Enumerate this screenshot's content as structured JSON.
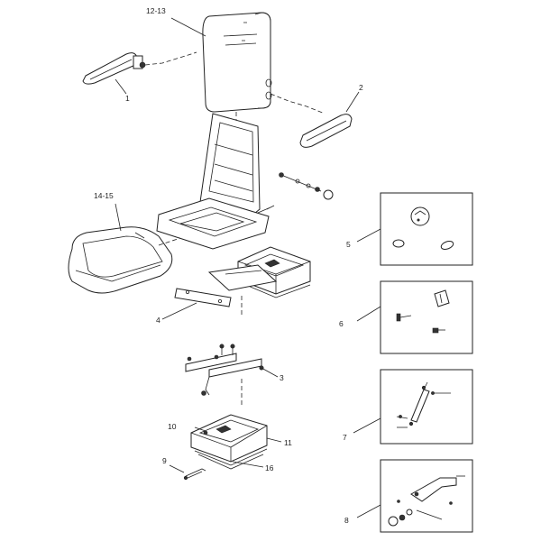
{
  "callouts": {
    "backrest": "12-13",
    "armrest_left": "1",
    "armrest_right": "2",
    "cushion": "14-15",
    "plate": "4",
    "rails": "3",
    "kit_5": "5",
    "kit_6": "6",
    "kit_7": "7",
    "kit_8": "8",
    "switch": "10",
    "suspension": "11",
    "lever": "9",
    "cover": "16"
  }
}
